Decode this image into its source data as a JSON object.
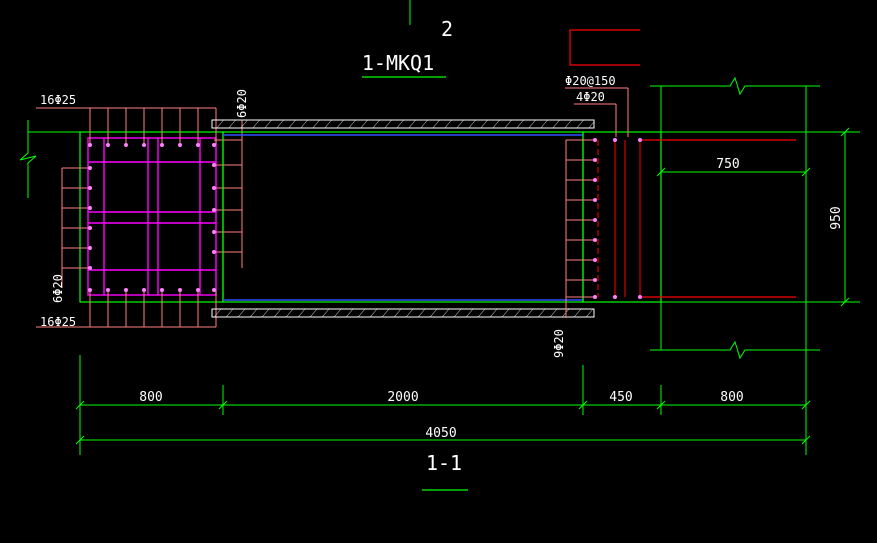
{
  "colors": {
    "background": "#000000",
    "dimension": "#00ff00",
    "text": "#ffffff",
    "rebar": "#ff8080",
    "stirrup": "#ff00ff",
    "section_line": "#ff0000",
    "slab_line": "#3050ff",
    "hatch": "#ffffff"
  },
  "header": {
    "axis_number": "2",
    "element_label": "1-MKQ1"
  },
  "rebar_labels": {
    "top_longitudinal": "16Φ25",
    "bottom_longitudinal": "16Φ25",
    "left_side": "6Φ20",
    "right_side": "6Φ20",
    "distribution": "Φ20@150",
    "top_right": "4Φ20",
    "bottom_right": "9Φ20"
  },
  "dimensions": {
    "segments": [
      "800",
      "2000",
      "450",
      "800"
    ],
    "total": "4050",
    "wall_length": "750",
    "wall_height": "950"
  },
  "section_label": "1-1"
}
